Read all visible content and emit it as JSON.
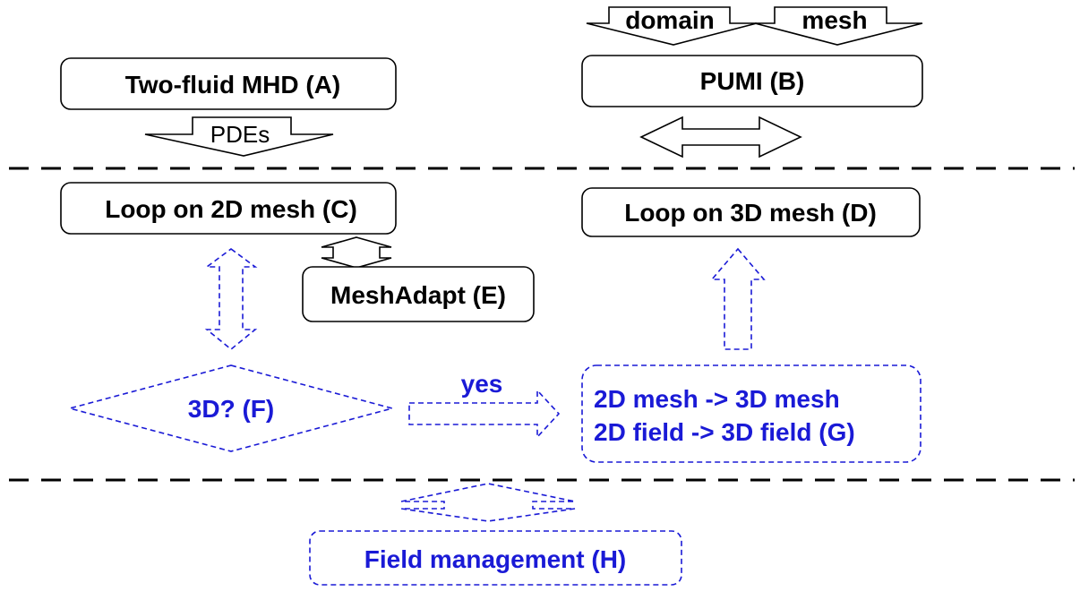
{
  "nodes": {
    "two_fluid": "Two-fluid MHD (A)",
    "pumi": "PUMI (B)",
    "loop2d": "Loop on 2D mesh (C)",
    "loop3d": "Loop on 3D mesh (D)",
    "meshadapt": "MeshAdapt (E)",
    "decision": "3D? (F)",
    "convert_line1": "2D mesh -> 3D mesh",
    "convert_line2": "2D field -> 3D field (G)",
    "field_mgmt": "Field management (H)"
  },
  "arrow_labels": {
    "pdes": "PDEs",
    "domain": "domain",
    "mesh": "mesh",
    "yes": "yes"
  },
  "colors": {
    "ink": "#000000",
    "accent_blue": "#1a1ad6"
  }
}
